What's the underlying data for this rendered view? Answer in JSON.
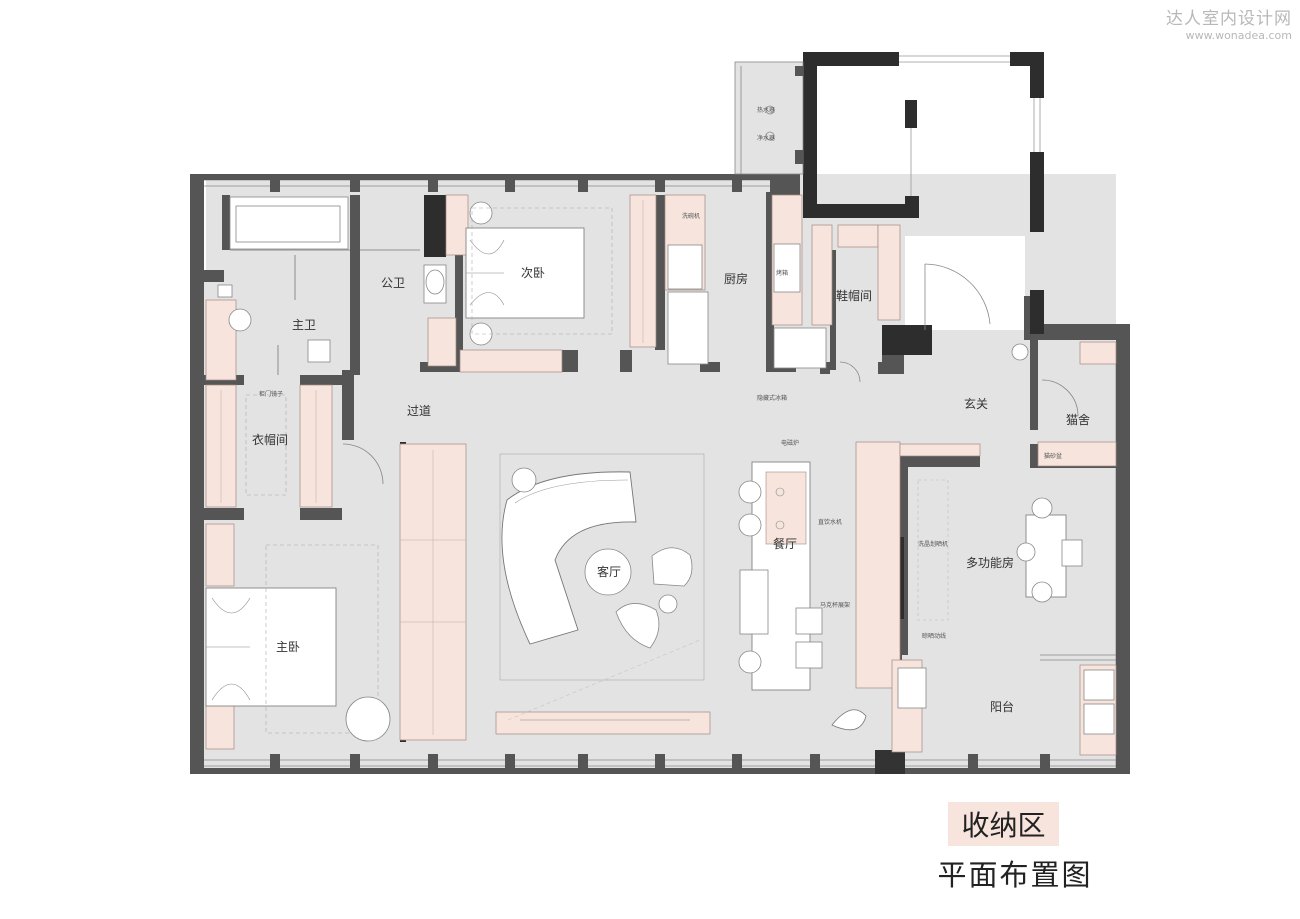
{
  "watermark": {
    "title": "达人室内设计网",
    "url": "www.wonadea.com"
  },
  "rooms": {
    "master_bath": "主卫",
    "public_bath": "公卫",
    "second_bedroom": "次卧",
    "kitchen": "厨房",
    "shoe_room": "鞋帽间",
    "corridor": "过道",
    "entrance": "玄关",
    "cat_house": "猫舍",
    "cloakroom": "衣帽间",
    "living_room": "客厅",
    "dining_room": "餐厅",
    "multi_room": "多功能房",
    "master_bedroom": "主卧",
    "balcony": "阳台"
  },
  "notes": {
    "water_heater": "热水器",
    "water_purifier": "净水器",
    "dishwasher": "洗碗机",
    "oven": "烤箱",
    "hidden_fridge": "隐藏式冰箱",
    "induction": "电磁炉",
    "water_dispenser": "直饮水机",
    "cup_rack": "马克杯展架",
    "washer_dryer": "洗晶划晒机",
    "drying_line": "晾晒动线",
    "cabinet_mirror": "柜门镜子",
    "litter_box": "猫砂盆"
  },
  "legend": {
    "tag": "收纳区",
    "title": "平面布置图"
  },
  "colors": {
    "floor": "#e3e3e3",
    "wall": "#555555",
    "wall_dark": "#2d2d2d",
    "storage": "#f6e4dd",
    "line": "#9a9a9a"
  }
}
